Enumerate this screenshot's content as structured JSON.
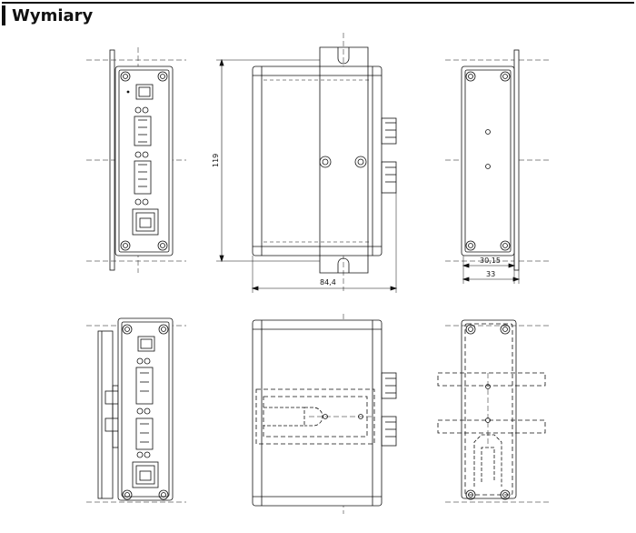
{
  "header": {
    "title": "Wymiary"
  },
  "dimensions": {
    "height_label": "119",
    "width_label": "84,4",
    "depth_inner_label": "30,15",
    "depth_total_label": "33"
  },
  "colors": {
    "line": "#111111",
    "background": "#ffffff"
  }
}
